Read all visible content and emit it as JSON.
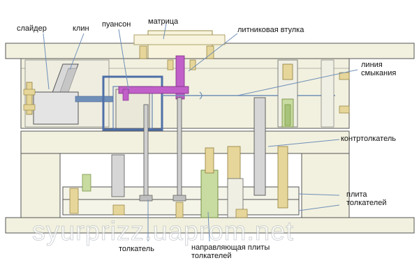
{
  "labels": {
    "slider": "слайдер",
    "wedge": "клин",
    "punch": "пуансон",
    "matrix": "матрица",
    "sprue_bushing": "литниковая втулка",
    "parting_line_1": "линия",
    "parting_line_2": "смыкания",
    "counter_ejector": "контртолкатель",
    "ejector_plate_1": "плита",
    "ejector_plate_2": "толкателей",
    "ejector_pin": "толкатель",
    "ejector_guide_1": "направляющая плиты",
    "ejector_guide_2": "толкателей"
  },
  "watermark": "syurprizz.uaprom.net",
  "colors": {
    "plate": "#f2f1df",
    "plate_stroke": "#555555",
    "hydraulic": "#6f8fb8",
    "punch_outline": "#4e6fa8",
    "sprue": "#c060c8",
    "guide_green": "#c8dba0",
    "bolt_yellow": "#e6d69a",
    "pin_gray": "#bfbfbf",
    "leader": "#6f8fb8"
  }
}
